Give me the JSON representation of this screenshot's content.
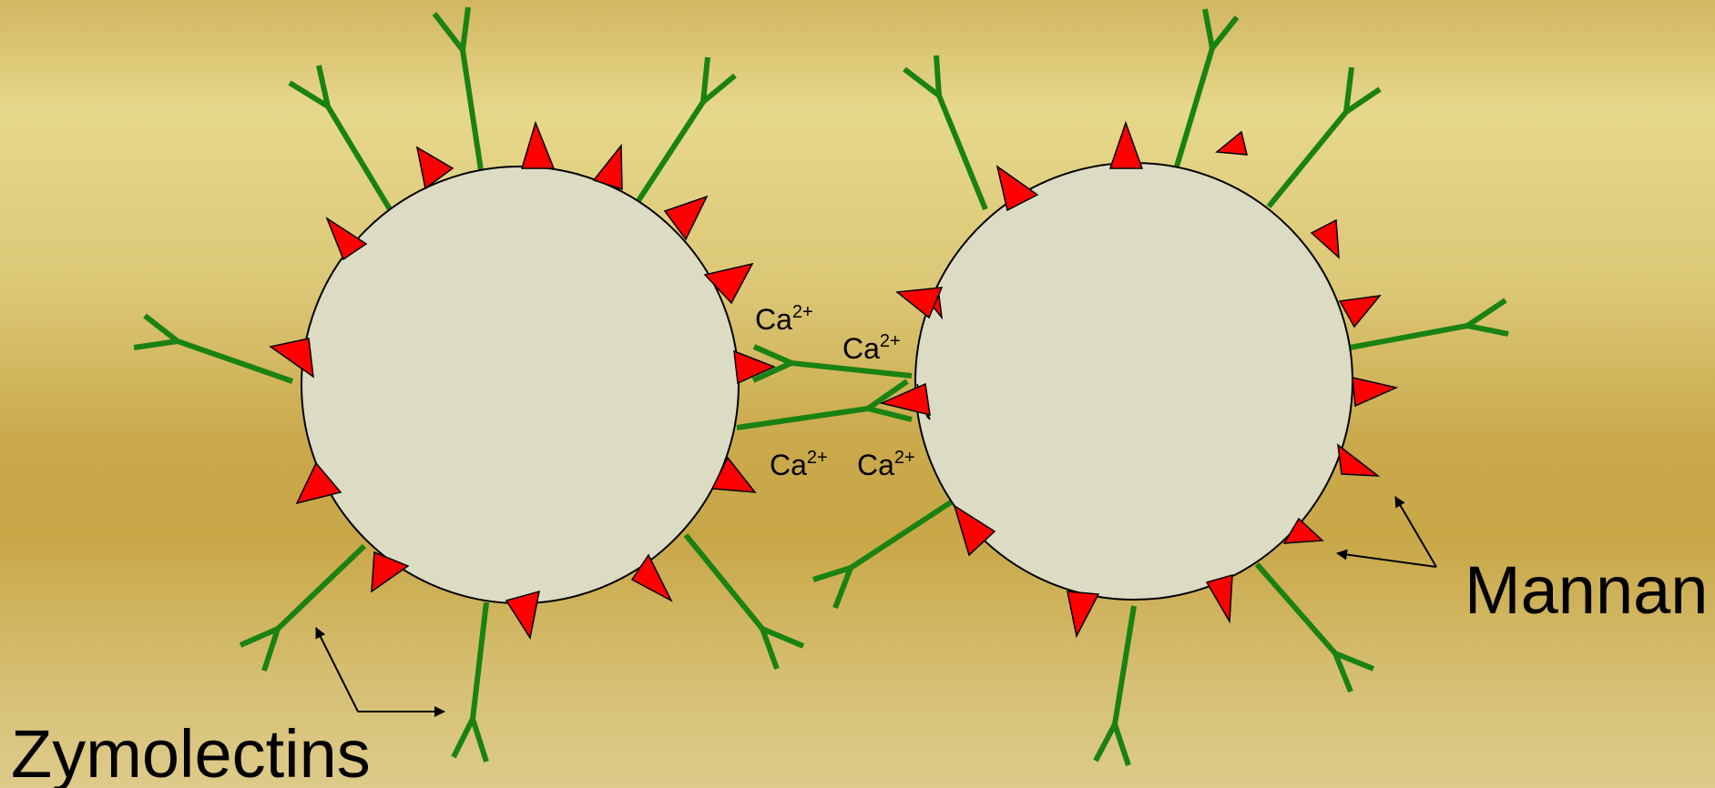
{
  "labels": {
    "zymolectins": "Zymolectins",
    "mannan": "Mannan"
  },
  "calcium": [
    {
      "base": "Ca",
      "charge": "2+"
    },
    {
      "base": "Ca",
      "charge": "2+"
    },
    {
      "base": "Ca",
      "charge": "2+"
    },
    {
      "base": "Ca",
      "charge": "2+"
    }
  ],
  "colors": {
    "cell_fill": "#dcdcc4",
    "cell_stroke": "#000000",
    "zymolectin": "#1a8212",
    "mannan": "#ff0000",
    "arrow": "#000000"
  },
  "icons": [
    "y-shaped-receptor",
    "triangle-marker",
    "arrow"
  ]
}
